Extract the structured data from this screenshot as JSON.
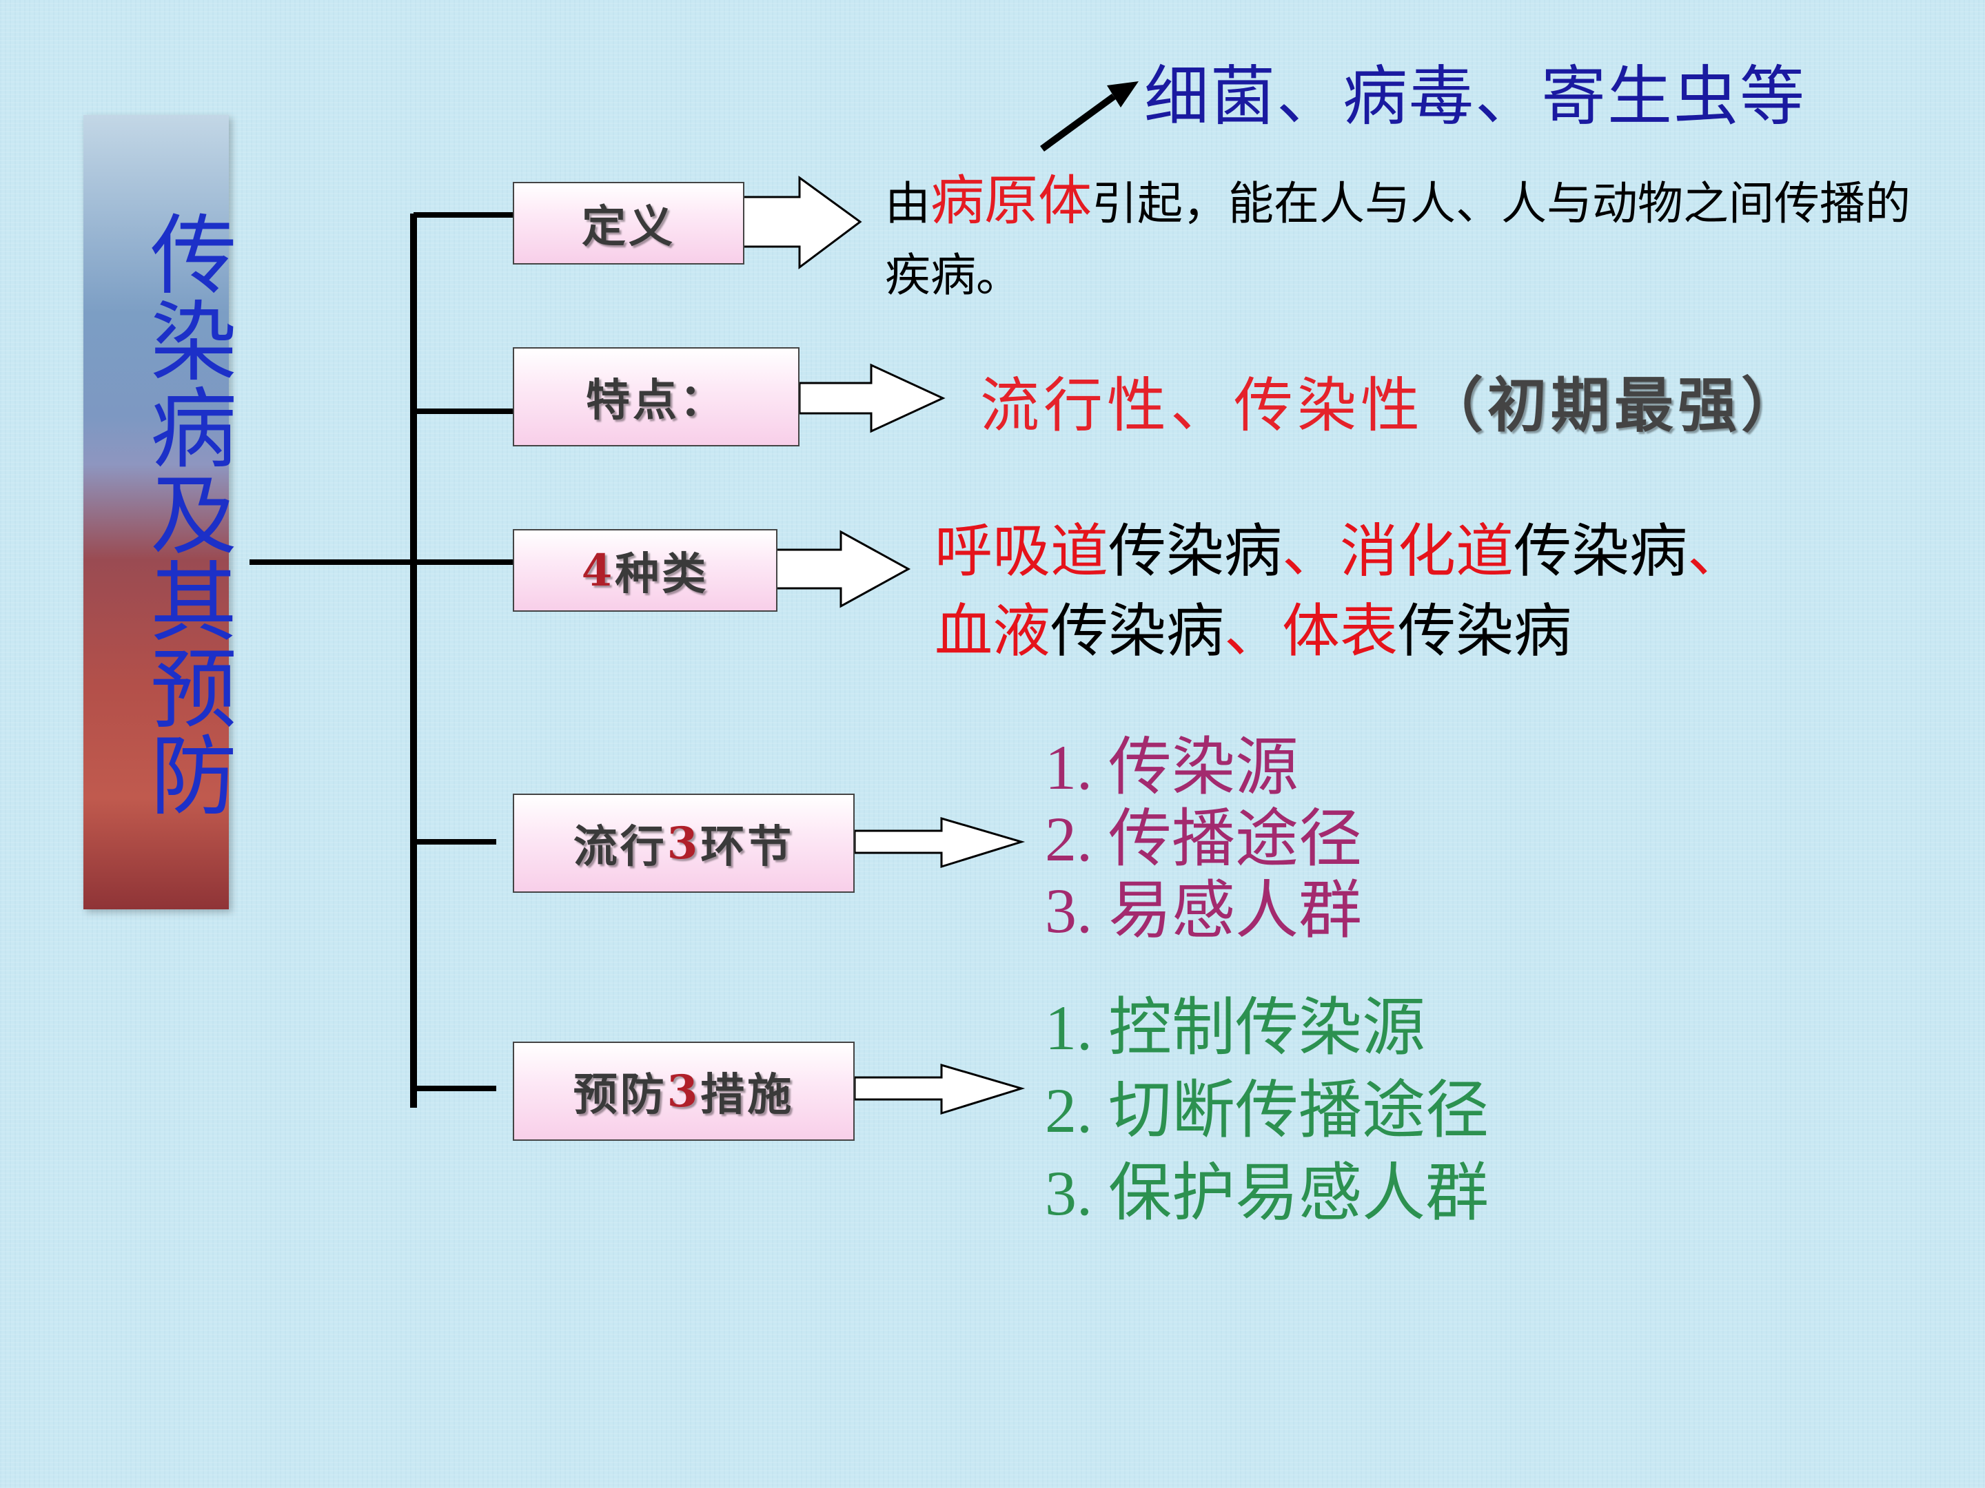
{
  "title": "传染病及其预防",
  "pathogens_note": "细菌、病毒、寄生虫等",
  "branches": [
    {
      "label": "定义"
    },
    {
      "label": "特点："
    },
    {
      "label_num": "4",
      "label_rest": "种类"
    },
    {
      "label_pre": "流行",
      "label_num": "3",
      "label_rest": "环节"
    },
    {
      "label_pre": "预防",
      "label_num": "3",
      "label_rest": "措施"
    }
  ],
  "definition": {
    "pre": "由",
    "highlight": "病原体",
    "post": "引起，能在人与人、人与动物之间传播的疾病。"
  },
  "features": {
    "part1": "流行性",
    "sep": "、",
    "part2": "传染性",
    "paren": "（初期最强）"
  },
  "kinds": [
    {
      "red": "呼吸道",
      "black": "传染病",
      "sep": "、"
    },
    {
      "red": "消化道",
      "black": "传染病",
      "sep": "、"
    },
    {
      "red": "血液",
      "black": "传染病",
      "sep": "、"
    },
    {
      "red": "体表",
      "black": "传染病",
      "sep": ""
    }
  ],
  "links": [
    "1. 传染源",
    "2. 传播途径",
    "3. 易感人群"
  ],
  "measures": [
    "1. 控制传染源",
    "2. 切断传播途径",
    "3. 保护易感人群"
  ],
  "colors": {
    "title_text": "#1c30c8",
    "pathogens": "#1a1aa0",
    "highlight_red": "#e51b22",
    "links": "#a32a6e",
    "measures": "#2c9150"
  }
}
